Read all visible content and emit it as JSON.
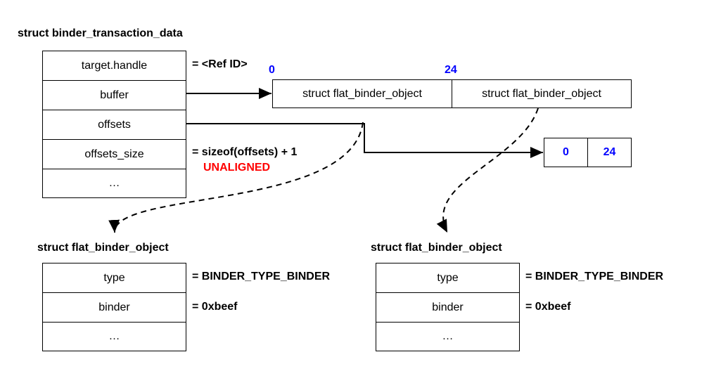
{
  "transaction": {
    "title": "struct binder_transaction_data",
    "fields": [
      "target.handle",
      "buffer",
      "offsets",
      "offsets_size",
      "…"
    ],
    "annotations": {
      "target_handle": "= <Ref ID>",
      "offsets_size": "= sizeof(offsets) + 1",
      "offsets_size_note": "UNALIGNED"
    }
  },
  "buffer": {
    "offset_labels": [
      "0",
      "24"
    ],
    "cells": [
      "struct flat_binder_object",
      "struct flat_binder_object"
    ]
  },
  "offsets_array": {
    "cells": [
      "0",
      "24"
    ]
  },
  "objects": [
    {
      "title": "struct flat_binder_object",
      "fields": [
        "type",
        "binder",
        "…"
      ],
      "annotations": [
        "= BINDER_TYPE_BINDER",
        "= 0xbeef"
      ]
    },
    {
      "title": "struct flat_binder_object",
      "fields": [
        "type",
        "binder",
        "…"
      ],
      "annotations": [
        "= BINDER_TYPE_BINDER",
        "= 0xbeef"
      ]
    }
  ],
  "colors": {
    "offset_text": "#0000ff",
    "warning_text": "#ff0000"
  }
}
